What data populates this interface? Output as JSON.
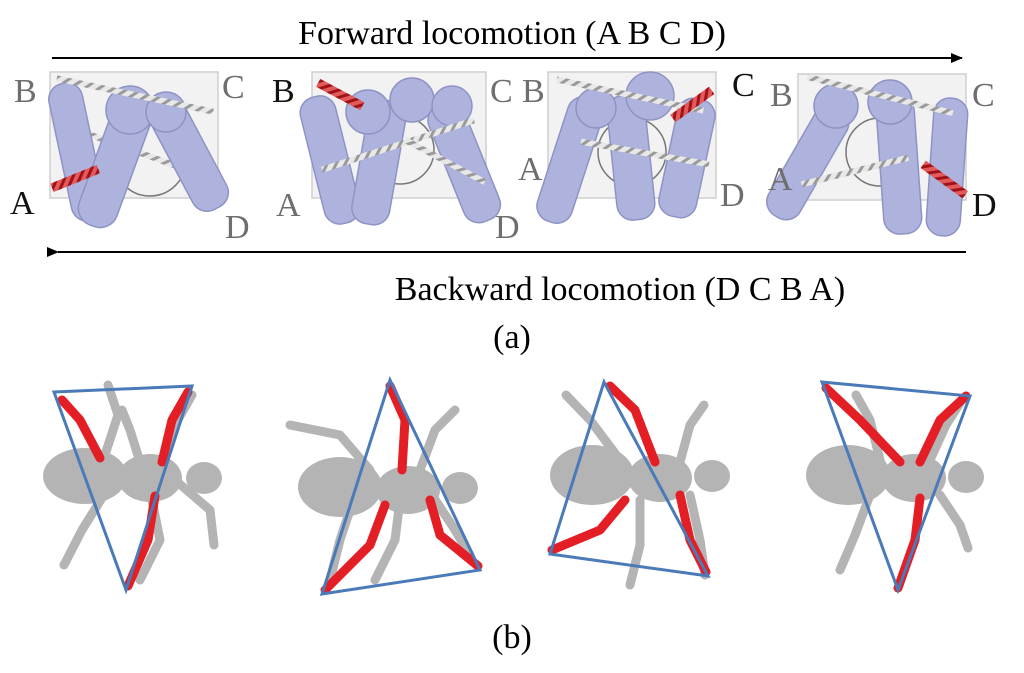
{
  "part_a": {
    "forward_label": "Forward locomotion (A B C D)",
    "backward_label": "Backward locomotion (D C B A)",
    "caption": "(a)",
    "panels": [
      {
        "labels": {
          "B": "B",
          "C": "C",
          "A": "A",
          "D": "D"
        }
      },
      {
        "labels": {
          "B": "B",
          "C": "C",
          "A": "A",
          "D": "D"
        }
      },
      {
        "labels": {
          "B": "B",
          "C": "C",
          "A": "A",
          "D": "D"
        }
      },
      {
        "labels": {
          "B": "B",
          "C": "C",
          "A": "A",
          "D": "D"
        }
      }
    ]
  },
  "part_b": {
    "caption": "(b)"
  },
  "colors": {
    "mechanism_fill": "#aeb3de",
    "mechanism_stroke": "#8e93c4",
    "panel_bg": "#f2f2f2",
    "spring_active": "#c8202a",
    "spring_idle": "#9a9a9a",
    "ant_body": "#b4b4b4",
    "ant_leg_red": "#e31e24",
    "triangle": "#4a7ab8",
    "label_gray": "#6e6e6e",
    "label_black": "#111111"
  }
}
